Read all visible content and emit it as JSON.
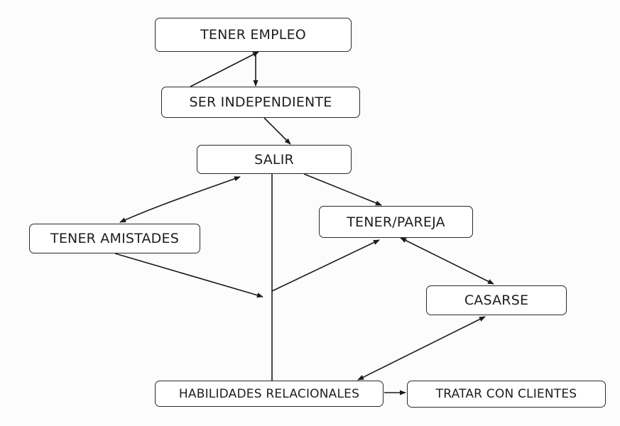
{
  "diagram": {
    "nodes": [
      {
        "id": "empleo",
        "label": "TENER EMPLEO"
      },
      {
        "id": "indep",
        "label": "SER INDEPENDIENTE"
      },
      {
        "id": "salir",
        "label": "SALIR"
      },
      {
        "id": "pareja",
        "label": "TENER/PAREJA"
      },
      {
        "id": "amistades",
        "label": "TENER AMISTADES"
      },
      {
        "id": "casarse",
        "label": "CASARSE"
      },
      {
        "id": "habil",
        "label": "HABILIDADES RELACIONALES"
      },
      {
        "id": "clientes",
        "label": "TRATAR CON CLIENTES"
      }
    ],
    "edges": [
      {
        "from": "empleo",
        "to": "indep",
        "direction": "forward"
      },
      {
        "from": "indep",
        "to": "empleo",
        "direction": "forward"
      },
      {
        "from": "indep",
        "to": "salir",
        "direction": "forward"
      },
      {
        "from": "salir",
        "to": "amistades",
        "direction": "both"
      },
      {
        "from": "salir",
        "to": "pareja",
        "direction": "forward"
      },
      {
        "from": "salir",
        "to": "habil",
        "direction": "none"
      },
      {
        "from": "amistades",
        "to": "junction",
        "direction": "forward"
      },
      {
        "from": "junction",
        "to": "pareja",
        "direction": "forward"
      },
      {
        "from": "pareja",
        "to": "casarse",
        "direction": "both"
      },
      {
        "from": "casarse",
        "to": "habil",
        "direction": "both"
      },
      {
        "from": "habil",
        "to": "clientes",
        "direction": "forward"
      }
    ],
    "colors": {
      "line": "#1a1a1a",
      "border": "#2a2a2a",
      "background": "#fcfcfc"
    }
  }
}
